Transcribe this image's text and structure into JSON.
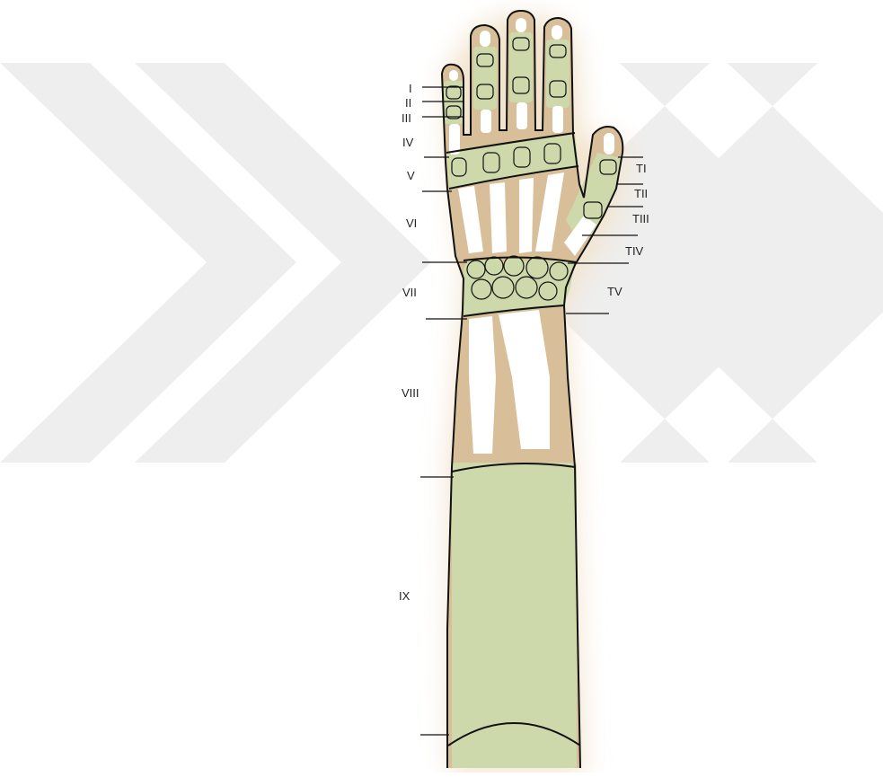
{
  "colors": {
    "skin": "#d9bf99",
    "skin_glow": "#f3e4cf",
    "zone_fill": "#cdd9aa",
    "bone": "#ffffff",
    "outline": "#111111",
    "watermark": "#eeeeee",
    "label": "#222222"
  },
  "finger_zones": {
    "left": [
      "I",
      "II",
      "III",
      "IV",
      "V",
      "VI",
      "VII",
      "VIII",
      "IX"
    ],
    "thumb": [
      "TI",
      "TII",
      "TIII",
      "TIV",
      "TV"
    ]
  }
}
